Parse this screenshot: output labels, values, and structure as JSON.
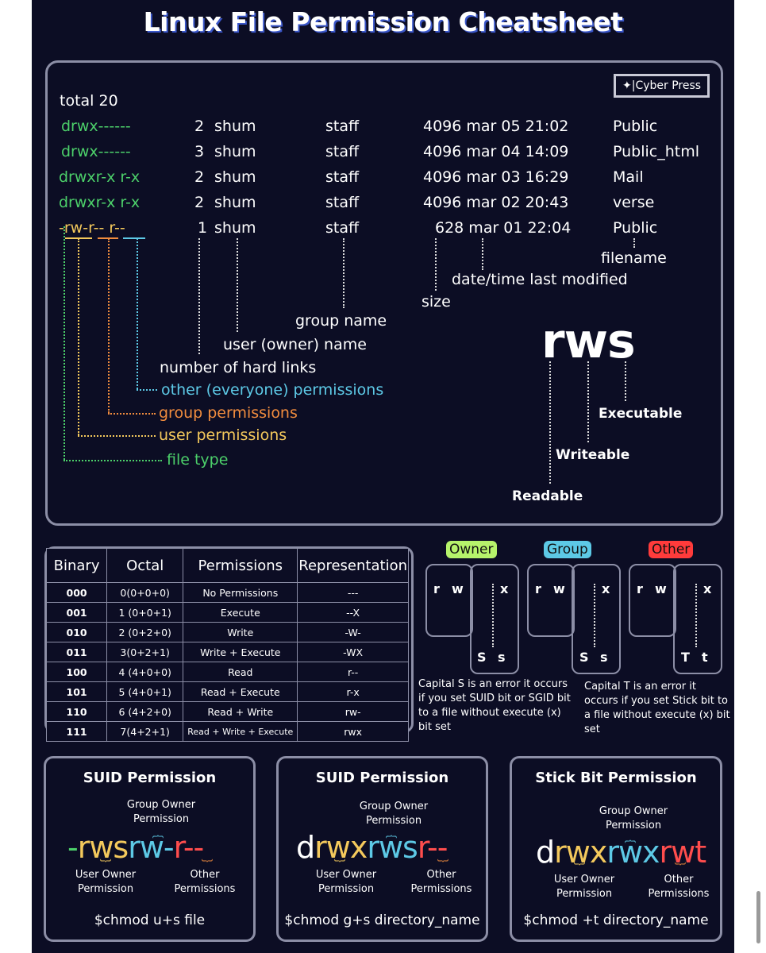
{
  "title": "Linux File Permission Cheatsheet",
  "badge": "✦|Cyber Press",
  "listing": {
    "total": "total 20",
    "rows": [
      {
        "perm": "drwx------",
        "links": "2",
        "user": "shum",
        "group": "staff",
        "size_date": "4096 mar 05 21:02",
        "name": "Public"
      },
      {
        "perm": "drwx------",
        "links": "3",
        "user": "shum",
        "group": "staff",
        "size_date": "4096 mar 04 14:09",
        "name": "Public_html"
      },
      {
        "perm": "drwxr-x r-x",
        "links": "2",
        "user": "shum",
        "group": "staff",
        "size_date": "4096 mar 03 16:29",
        "name": "Mail"
      },
      {
        "perm": "drwxr-x r-x",
        "links": "2",
        "user": "shum",
        "group": "staff",
        "size_date": "4096 mar 02 20:43",
        "name": "verse"
      },
      {
        "perm": "-rw-r-- r--",
        "links": "1",
        "user": "shum",
        "group": "staff",
        "size_date": "628 mar 01 22:04",
        "name": "Public"
      }
    ]
  },
  "annotations": {
    "filename": "filename",
    "datetime": "date/time last modified",
    "size": "size",
    "group_name": "group name",
    "user_name": "user (owner) name",
    "hard_links": "number of hard links",
    "other_perm": "other (everyone) permissions",
    "group_perm": "group permissions",
    "user_perm": "user permissions",
    "file_type": "file type"
  },
  "rws": {
    "letters": "rws",
    "executable": "Executable",
    "writeable": "Writeable",
    "readable": "Readable"
  },
  "colors": {
    "background": "#0c0d24",
    "green": "#4cd06a",
    "yellow": "#f4c95c",
    "orange": "#f18c3e",
    "cyan": "#5dc9e6",
    "red": "#ff4d4d",
    "border": "#8c8ea6"
  },
  "table": {
    "headers": [
      "Binary",
      "Octal",
      "Permissions",
      "Representation"
    ],
    "rows": [
      [
        "000",
        "0(0+0+0)",
        "No Permissions",
        "---"
      ],
      [
        "001",
        "1 (0+0+1)",
        "Execute",
        "--X"
      ],
      [
        "010",
        "2 (0+2+0)",
        "Write",
        "-W-"
      ],
      [
        "011",
        "3(0+2+1)",
        "Write + Execute",
        "-WX"
      ],
      [
        "100",
        "4 (4+0+0)",
        "Read",
        "r--"
      ],
      [
        "101",
        "5 (4+0+1)",
        "Read + Execute",
        "r-x"
      ],
      [
        "110",
        "6 (4+2+0)",
        "Read + Write",
        "rw-"
      ],
      [
        "111",
        "7(4+2+1)",
        "Read + Write + Execute",
        "rwx"
      ]
    ]
  },
  "groups": {
    "owner": {
      "label": "Owner",
      "r": "r",
      "w": "w",
      "x": "x",
      "s1": "S",
      "s2": "s"
    },
    "group": {
      "label": "Group",
      "r": "r",
      "w": "w",
      "x": "x",
      "s1": "S",
      "s2": "s"
    },
    "other": {
      "label": "Other",
      "r": "r",
      "w": "w",
      "x": "x",
      "s1": "T",
      "s2": "t"
    }
  },
  "notes": {
    "capital_s": "Capital S is an error it occurs if you set SUID bit or SGID bit to a file without execute (x) bit set",
    "capital_t": "Capital T is an error it occurs if you set Stick bit to a file without execute (x) bit set"
  },
  "cards": [
    {
      "title": "SUID Permission",
      "top_label": "Group Owner Permission",
      "perm_a": "-",
      "perm_b": "rws",
      "perm_c": "rw-",
      "perm_d": "r--",
      "user_label": "User Owner Permission",
      "other_label": "Other Permissions",
      "command": "$chmod u+s file"
    },
    {
      "title": "SUID Permission",
      "top_label": "Group Owner Permission",
      "perm_a": "d",
      "perm_b": "rwx",
      "perm_c": "rws",
      "perm_d": "r--",
      "user_label": "User Owner Permission",
      "other_label": "Other Permissions",
      "command": "$chmod g+s directory_name"
    },
    {
      "title": "Stick Bit Permission",
      "top_label": "Group Owner Permission",
      "perm_a": "d",
      "perm_b": "rwx",
      "perm_c": "rwx",
      "perm_d": "rwt",
      "user_label": "User Owner Permission",
      "other_label": "Other Permissions",
      "command": "$chmod +t directory_name"
    }
  ]
}
